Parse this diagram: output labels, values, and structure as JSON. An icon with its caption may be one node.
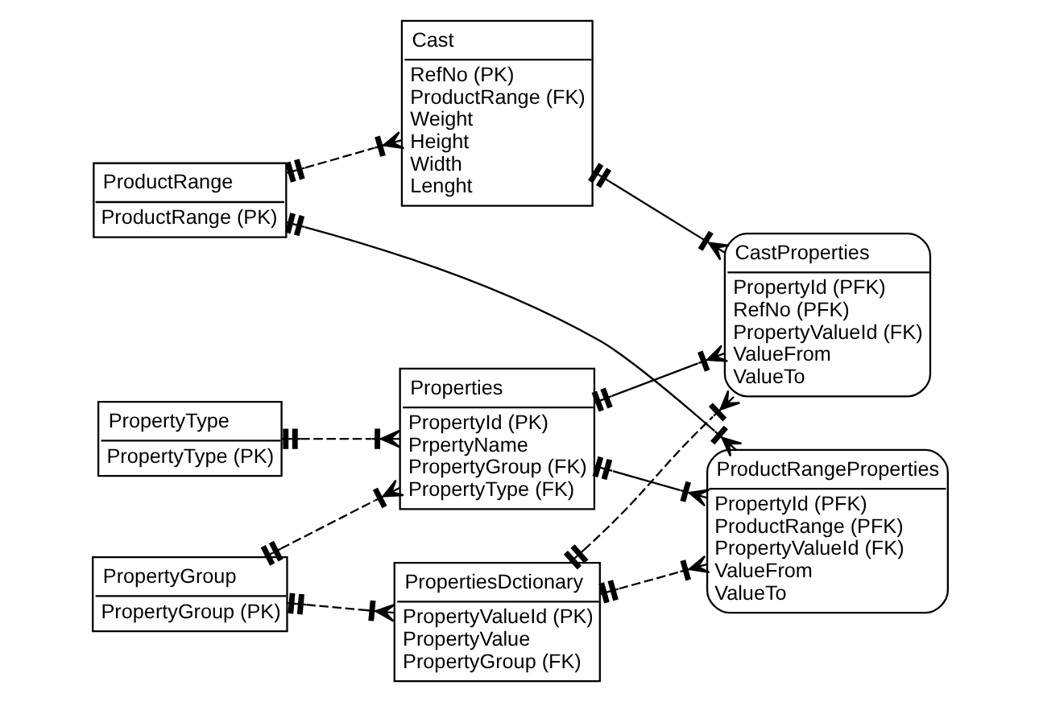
{
  "diagram": {
    "nodes": [
      {
        "text": [
          "PropertyType",
          "PropertyType (PK)"
        ]
      },
      {
        "text": [
          "Properties",
          "PropertyId (PK)",
          "PrpertyName",
          "PropertyGroup (FK)",
          "PropertyType (FK)"
        ]
      },
      {
        "text": [
          "CastProperties",
          "PropertyId (PFK)",
          "RefNo (PFK)",
          "PropertyValueId (FK)",
          "ValueFrom",
          "ValueTo"
        ]
      },
      {
        "text": [
          "ProductRangeProperties",
          "PropertyId (PFK)",
          "ProductRange (PFK)",
          "PropertyValueId (FK)",
          "ValueFrom",
          "ValueTo"
        ]
      },
      {
        "text": [
          "PropertyGroup",
          "PropertyGroup (PK)"
        ]
      },
      {
        "text": [
          "PropertiesDctionary",
          "PropertyValueId (PK)",
          "PropertyValue",
          "PropertyGroup (FK)"
        ]
      },
      {
        "text": [
          "ProductRange",
          "ProductRange (PK)"
        ]
      },
      {
        "text": [
          "Cast",
          "RefNo (PK)",
          "ProductRange (FK)",
          "Weight",
          "Height",
          "Width",
          "Lenght"
        ]
      }
    ],
    "edges": [
      {
        "from": 0,
        "to": 1,
        "arrow": "other",
        "style": "dashed"
      },
      {
        "from": 1,
        "to": 2,
        "arrow": "other"
      },
      {
        "from": 1,
        "to": 3,
        "arrow": "other"
      },
      {
        "from": 4,
        "to": 1,
        "arrow": "other",
        "style": "dashed"
      },
      {
        "from": 4,
        "to": 5,
        "arrow": "other",
        "style": "dashed"
      },
      {
        "from": 5,
        "to": 2,
        "arrow": "other",
        "style": "dashed"
      },
      {
        "from": 5,
        "to": 3,
        "arrow": "other",
        "style": "dashed"
      },
      {
        "from": 6,
        "to": 3,
        "arrow": "other"
      },
      {
        "from": 7,
        "to": 2,
        "arrow": "other"
      },
      {
        "from": 6,
        "to": 7,
        "arrow": "other",
        "style": "dashed"
      }
    ]
  }
}
